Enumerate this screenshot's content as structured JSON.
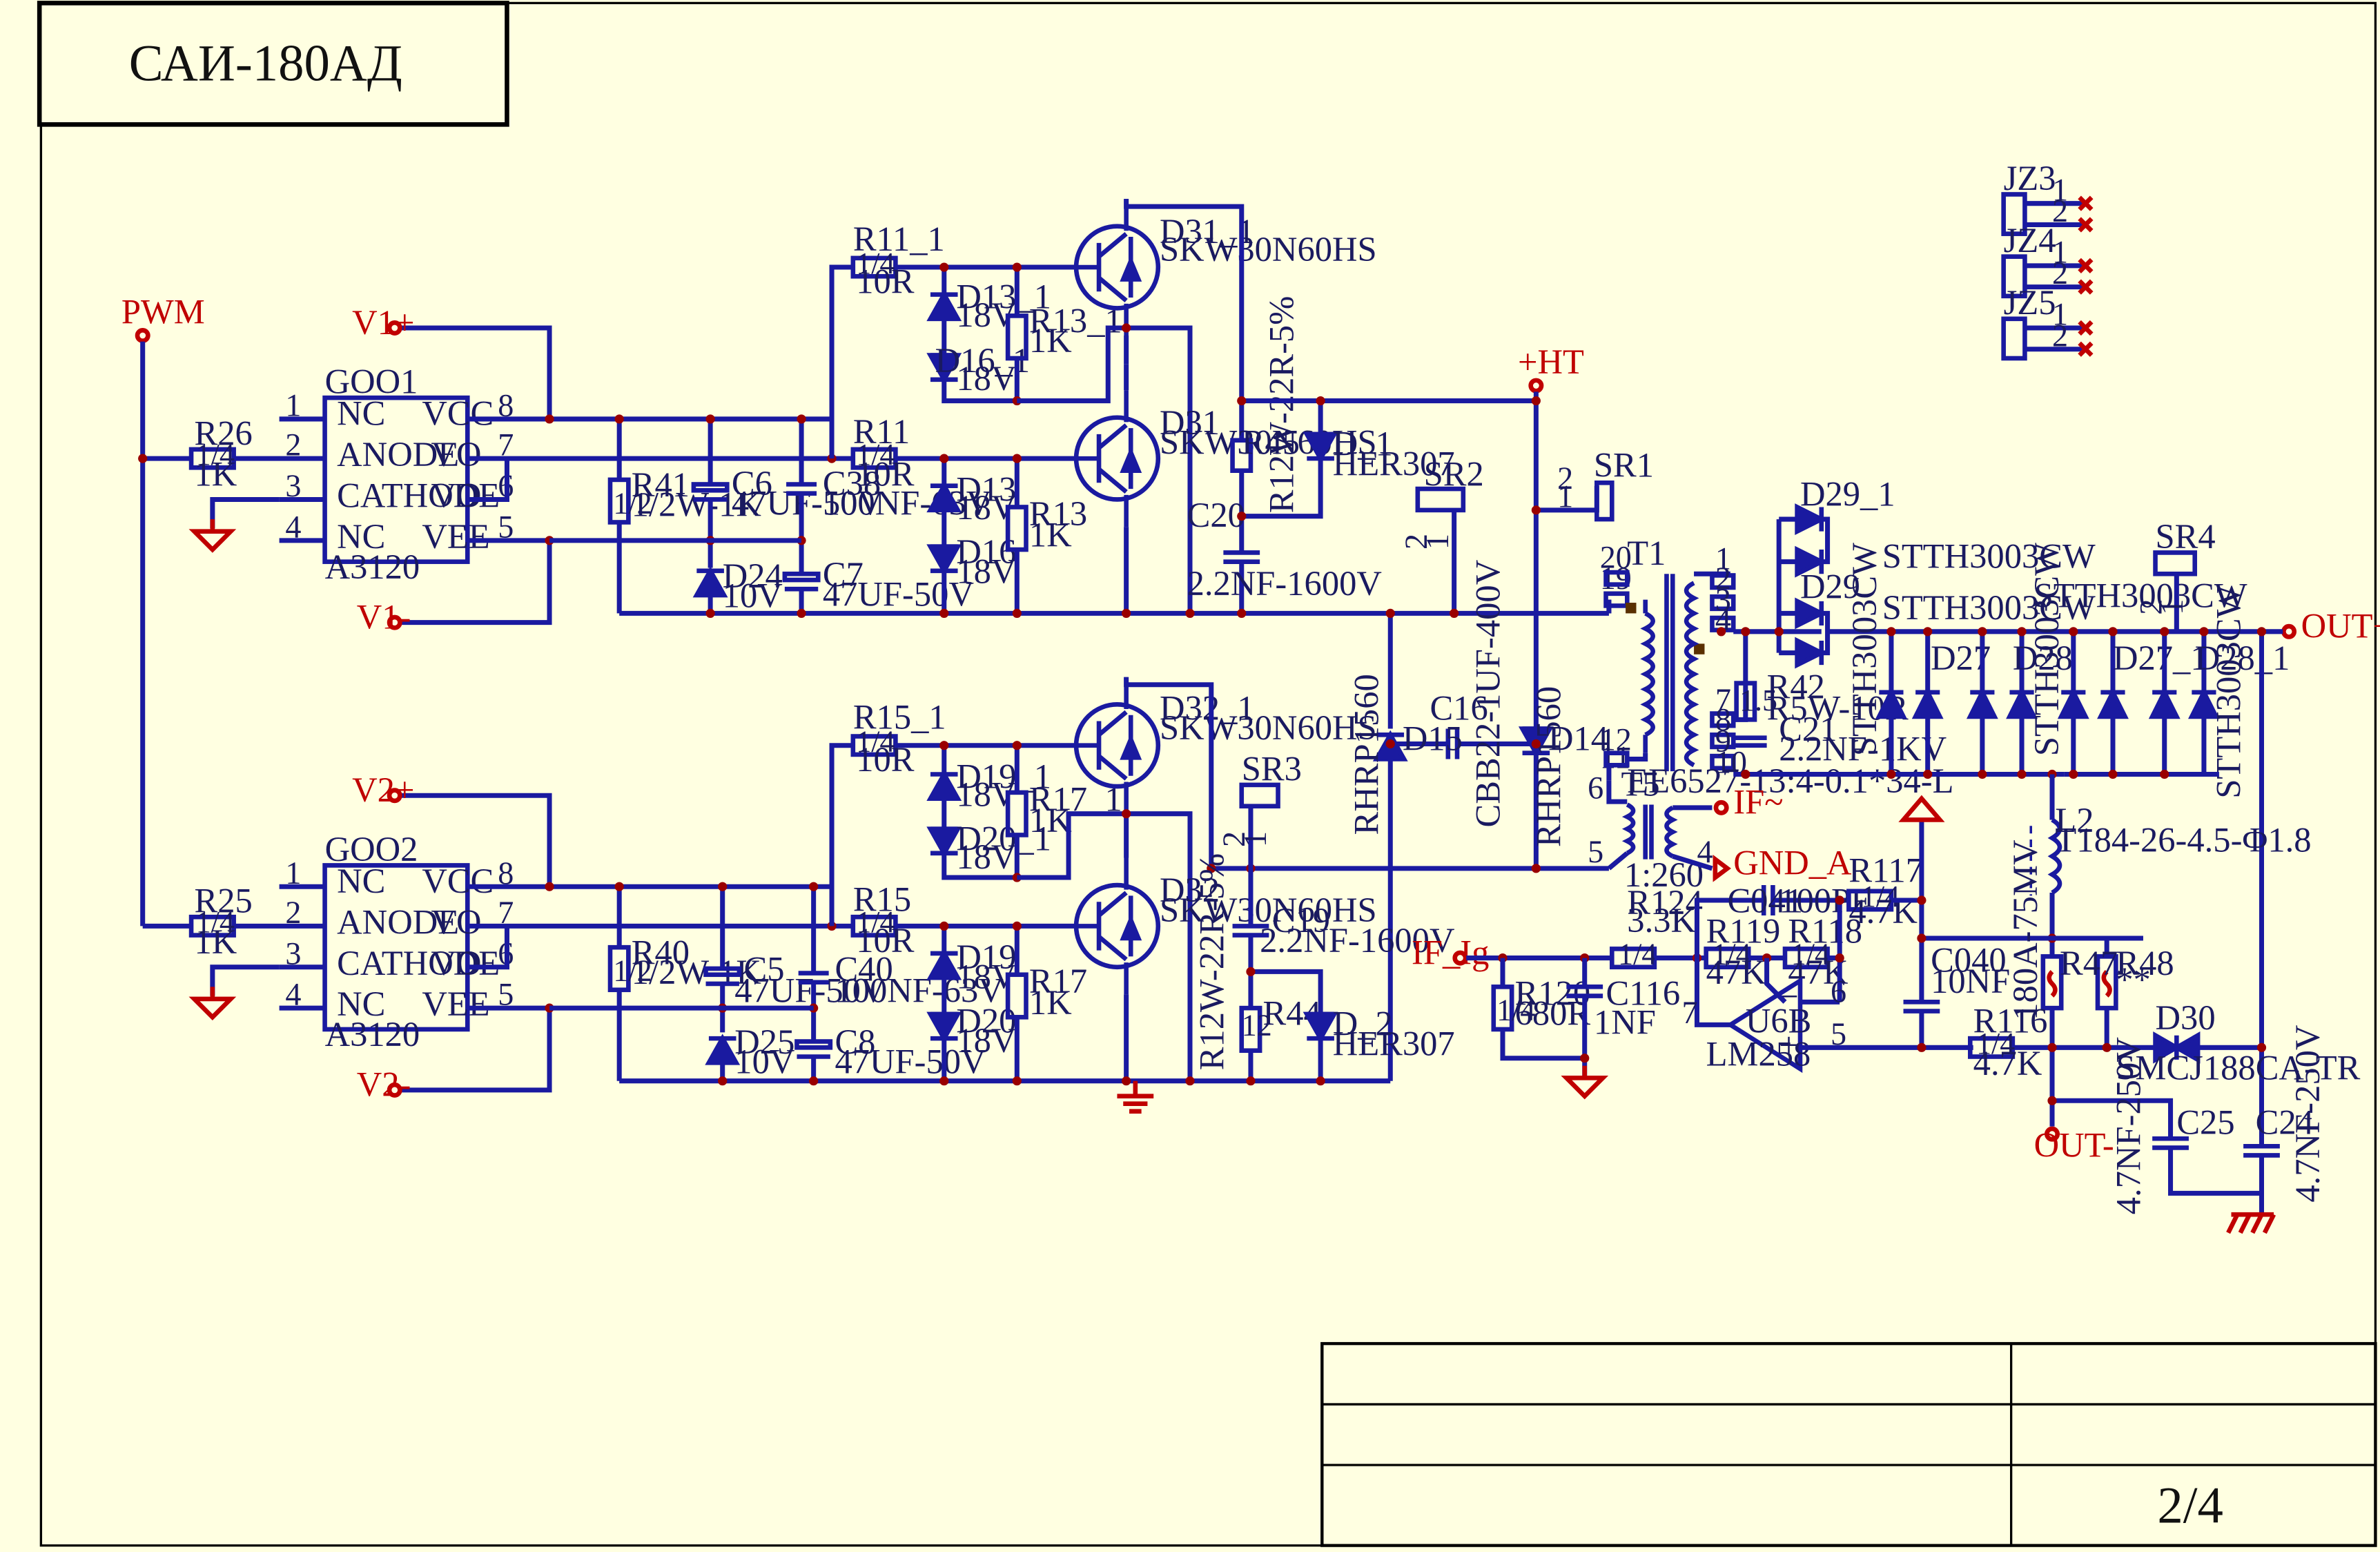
{
  "title": "САИ-180АД",
  "sheet_number": "2/4",
  "drivers": [
    {
      "name": "GOO1",
      "part": "A3120",
      "pins": [
        "NC",
        "ANODE",
        "CATHODE",
        "NC"
      ],
      "rpins": [
        "VCC",
        "VO",
        "VO",
        "VEE"
      ],
      "pin_nums": [
        "1",
        "2",
        "3",
        "4",
        "8",
        "7",
        "6",
        "5"
      ]
    },
    {
      "name": "GOO2",
      "part": "A3120",
      "pins": [
        "NC",
        "ANODE",
        "CATHODE",
        "NC"
      ],
      "rpins": [
        "VCC",
        "VO",
        "VO",
        "VEE"
      ],
      "pin_nums": [
        "1",
        "2",
        "3",
        "4",
        "8",
        "7",
        "6",
        "5"
      ]
    }
  ],
  "nets": {
    "pwm": "PWM",
    "v1p": "V1+",
    "v1m": "V1-",
    "v2p": "V2+",
    "v2m": "V2-",
    "ht": "+HT",
    "outp": "OUT+",
    "outm": "OUT-",
    "if": "IF~",
    "ifig": "IF_Ig",
    "gnda": "GND_A"
  },
  "labels": {
    "r26": "R26",
    "r26v": "1K",
    "r25": "R25",
    "r25v": "1K",
    "q14": "1/4",
    "q12": "1/2",
    "r41": "R41",
    "r41v": "1/2W-1K",
    "c6": "C6",
    "c6v": "47UF-50V",
    "c38": "C38",
    "c38v": "100NF-63V",
    "c7": "C7",
    "c7v": "47UF-50V",
    "d24": "D24",
    "d24v": "10V",
    "r40": "R40",
    "r40v": "1/2W-1K",
    "c5": "C5",
    "c5v": "47UF-50V",
    "c40": "C40",
    "c40v": "100NF-63V",
    "c8": "C8",
    "c8v": "47UF-50V",
    "d25": "D25",
    "d25v": "10V",
    "r11_1": "R11_1",
    "r11": "R11",
    "r15_1": "R15_1",
    "r15": "R15",
    "v10r": "10R",
    "d13_1": "D13_1",
    "d16_1": "D16_1",
    "d13": "D13",
    "d16": "D16",
    "d19_1": "D19_1",
    "d20_1": "D20_1",
    "d19": "D19",
    "d20": "D20",
    "v18": "18V",
    "r13_1": "R13_1",
    "r13": "R13",
    "r17_1": "R17_1",
    "r17": "R17",
    "v1k": "1K",
    "d31_1": "D31_1",
    "d31": "D31",
    "d32_1": "D32_1",
    "d32": "D32",
    "igbt": "SKW30N60HS",
    "r45": "R45",
    "r44": "R44",
    "r12w": "R12W-22R-5%",
    "c20": "C20",
    "c19": "C19",
    "c1600": "2.2NF-1600V",
    "d_1": "D_1",
    "d_2": "D_2",
    "her": "HER307",
    "sr1": "SR1",
    "sr2": "SR2",
    "sr3": "SR3",
    "sr4": "SR4",
    "d15": "D15",
    "d14": "D14",
    "rhrp": "RHRP1560",
    "c16": "C16",
    "c16v": "CBB22-1UF-400V",
    "t1": "T1",
    "t1v": "EE6527-13:4-0.1*34-L",
    "t5": "T5",
    "t5v": "1:260",
    "r42": "R42",
    "r42v": "R5W-10R",
    "c21": "C21",
    "c21v": "2.2NF-1KV",
    "d29_1": "D29_1",
    "d29": "D29",
    "stth": "STTH3003CW",
    "d27": "D27",
    "d28": "D28",
    "d27_1": "D27_1",
    "d28_1": "D28_1",
    "jz3": "JZ3",
    "jz4": "JZ4",
    "jz5": "JZ5",
    "l2": "L2",
    "l2v": "T184-26-4.5-Φ1.8",
    "r47": "R47",
    "r48": "R48",
    "r47v": "180A-75MV",
    "d30": "D30",
    "d30v": "SMCJ188CA-TR",
    "c25": "C25",
    "c24": "C24",
    "c47n": "4.7NF-250V",
    "r124": "R124",
    "r124v": "3.3K",
    "r119": "R119",
    "r119v": "47K",
    "r118": "R118",
    "r118v": "47K",
    "r117": "R117",
    "r117v": "4.7K",
    "c041": "C041",
    "c041v": "100PF",
    "c040": "C040",
    "c040v": "10NF",
    "r116": "R116",
    "r116v": "4.7K",
    "u6b": "U6B",
    "lm258": "LM258",
    "r120": "R120",
    "r120v": "680R",
    "c116": "C116",
    "c116v": "1NF",
    "n1": "1",
    "n2": "2",
    "n3": "3",
    "n4": "4",
    "n5": "5",
    "n6": "6",
    "n7": "7",
    "n8": "8",
    "n9": "9",
    "n10": "10",
    "n11": "11",
    "n12": "12",
    "n19": "19",
    "n20": "20",
    "r15v": "1.5",
    "r12v": "12",
    "stars": "**"
  }
}
